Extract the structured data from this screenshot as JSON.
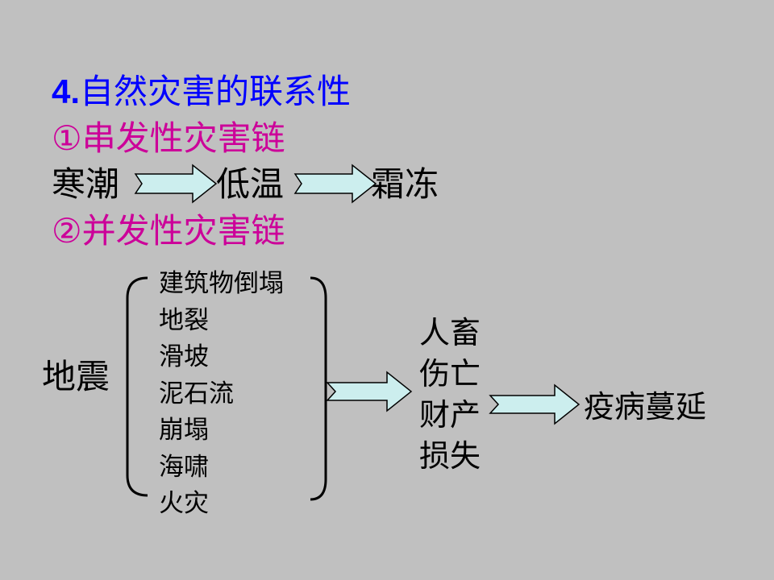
{
  "title": {
    "number": "4.",
    "text": "自然灾害的联系性"
  },
  "serial_chain": {
    "heading": "①串发性灾害链",
    "steps": [
      "寒潮",
      "低温",
      "霜冻"
    ]
  },
  "concurrent_chain": {
    "heading": "②并发性灾害链",
    "source": "地震",
    "effects": [
      "建筑物倒塌",
      "地裂",
      "滑坡",
      "泥石流",
      "崩塌",
      "海啸",
      "火灾"
    ],
    "consequences": [
      "人畜",
      "伤亡",
      "财产",
      "损失"
    ],
    "final": "疫病蔓延"
  },
  "colors": {
    "background": "#c0c0c0",
    "title": "#0000ff",
    "subheading": "#cc0099",
    "arrow_fill": "#cceeee"
  }
}
